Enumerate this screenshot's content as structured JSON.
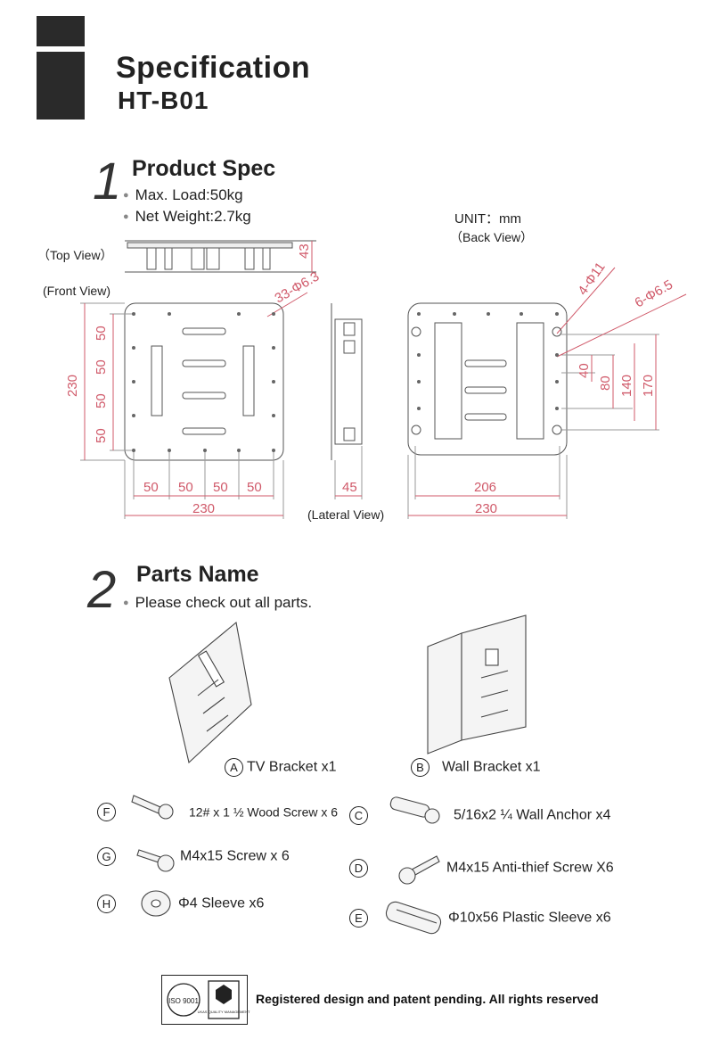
{
  "header": {
    "title": "Specification",
    "model": "HT-B01"
  },
  "section1": {
    "number": "1",
    "heading": "Product Spec",
    "bullets": [
      "Max. Load:50kg",
      "Net Weight:2.7kg"
    ],
    "unit": "UNIT：mm",
    "views": {
      "top": "（Top View）",
      "front": "(Front View)",
      "lateral": "(Lateral View)",
      "back": "（Back View）"
    },
    "dims": {
      "top_h": "43",
      "front_holes": "33-Φ6.3",
      "front_height": "230",
      "front_v": [
        "50",
        "50",
        "50",
        "50"
      ],
      "front_h": [
        "50",
        "50",
        "50",
        "50"
      ],
      "front_width": "230",
      "lateral_depth": "45",
      "back_holes_a": "4-Φ11",
      "back_holes_b": "6-Φ6.5",
      "back_v": [
        "40",
        "80",
        "140",
        "170"
      ],
      "back_inner": "206",
      "back_width": "230"
    }
  },
  "section2": {
    "number": "2",
    "heading": "Parts Name",
    "bullet": "Please check out all parts.",
    "parts": {
      "A": {
        "letter": "A",
        "name": "TV Bracket x1"
      },
      "B": {
        "letter": "B",
        "name": "Wall Bracket x1"
      },
      "F": {
        "letter": "F",
        "name": "12# x 1 ½ Wood Screw x 6"
      },
      "C": {
        "letter": "C",
        "name": "5/16x2 ¼ Wall Anchor x4"
      },
      "G": {
        "letter": "G",
        "name": "M4x15 Screw x 6"
      },
      "D": {
        "letter": "D",
        "name": "M4x15 Anti-thief Screw X6"
      },
      "H": {
        "letter": "H",
        "name": "Φ4 Sleeve x6"
      },
      "E": {
        "letter": "E",
        "name": "Φ10x56 Plastic Sleeve x6"
      }
    }
  },
  "footer": {
    "text": "Registered design and patent pending.  All rights reserved",
    "iso_logo": "ISO 9001",
    "ukas_logo": "UKAS QUALITY MANAGEMENT"
  },
  "colors": {
    "dimension": "#d05a6a",
    "header_block": "#2a2a2a"
  }
}
